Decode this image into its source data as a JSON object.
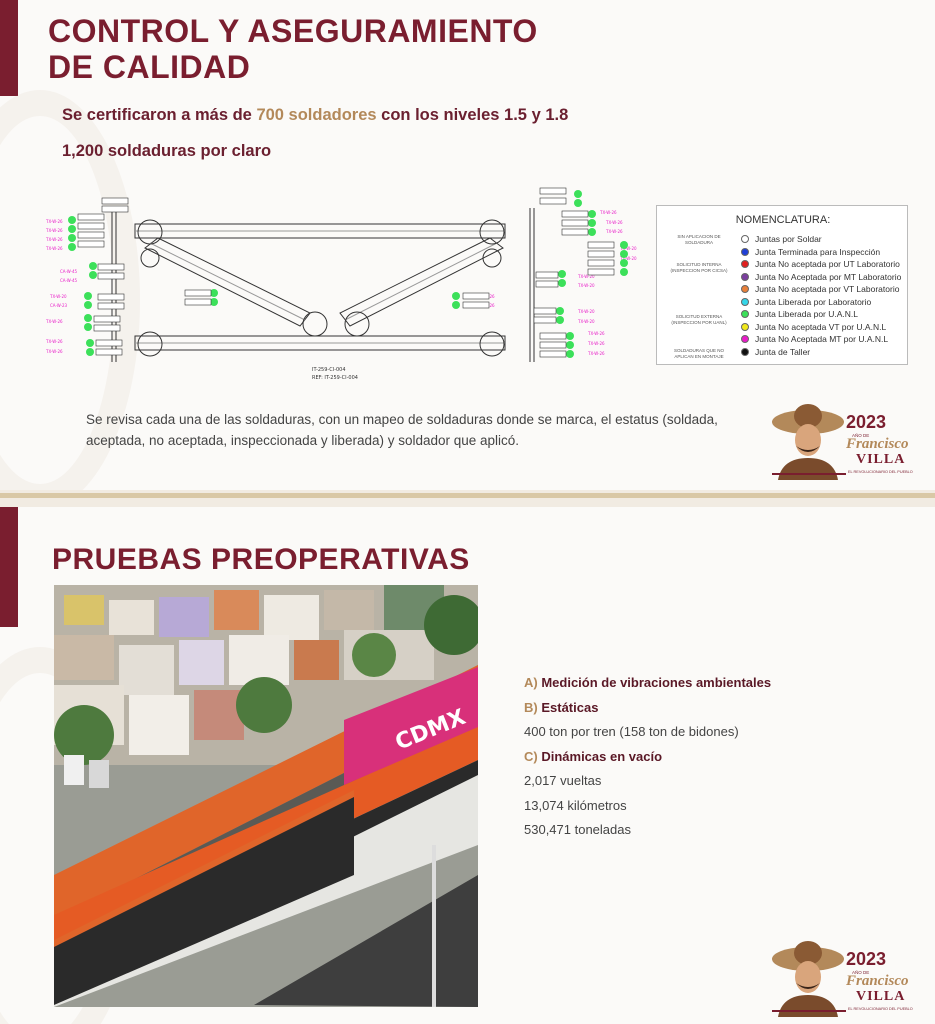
{
  "slide1": {
    "title_line1": "CONTROL Y ASEGURAMIENTO",
    "title_line2": "DE CALIDAD",
    "subtitle1_pre": "Se certificaron a más de ",
    "subtitle1_highlight": "700 soldadores",
    "subtitle1_post": " con los niveles 1.5 y 1.8",
    "subtitle2": "1,200 soldaduras por claro",
    "drawing": {
      "ref_1": "IT-259-CI-004",
      "ref_2": "REF: IT-259-CI-004"
    },
    "legend": {
      "title": "NOMENCLATURA:",
      "groups": [
        "SIN APLICACION DE SOLDADURA",
        "SOLICITUD INTERNA (INSPECCION POR CICSA)",
        "SOLICITUD EXTERNA (INSPECCION POR UANL)",
        "SOLDADURAS QUE NO APLICAN EN MONTAJE"
      ],
      "items": [
        {
          "label": "Juntas por Soldar",
          "color": "#ffffff"
        },
        {
          "label": "Junta Terminada para Inspección",
          "color": "#1f3fd6"
        },
        {
          "label": "Junta No aceptada por UT Laboratorio",
          "color": "#e02020"
        },
        {
          "label": "Junta No Aceptada por MT Laboratorio",
          "color": "#7b3f9e"
        },
        {
          "label": "Junta No aceptada por VT Laboratorio",
          "color": "#e8803a"
        },
        {
          "label": "Junta Liberada por Laboratorio",
          "color": "#35d6e8"
        },
        {
          "label": "Junta Liberada por U.A.N.L",
          "color": "#3ce05a"
        },
        {
          "label": "Junta No aceptada VT por U.A.N.L",
          "color": "#f0e81c"
        },
        {
          "label": "Junta No Aceptada MT por U.A.N.L",
          "color": "#e81cc8"
        },
        {
          "label": "Junta de Taller",
          "color": "#111111"
        }
      ]
    },
    "description": "Se revisa cada una de las soldaduras, con un mapeo de soldaduras donde se marca, el estatus (soldada, aceptada, no aceptada, inspeccionada y liberada) y soldador que aplicó."
  },
  "logo": {
    "year": "2023",
    "tagline": "AÑO DE",
    "name": "Francisco",
    "surname": "VILLA",
    "motto": "EL REVOLUCIONARIO DEL PUEBLO"
  },
  "slide2": {
    "title": "PRUEBAS PREOPERATIVAS",
    "photo_sign": "CDMX",
    "tests": {
      "a_letter": "A)",
      "a_label": "Medición de vibraciones ambientales",
      "b_letter": "B)",
      "b_label": "Estáticas",
      "b_detail": "400 ton por tren (158 ton de bidones)",
      "c_letter": "C)",
      "c_label": "Dinámicas en vacío",
      "c_detail_1": "2,017 vueltas",
      "c_detail_2": "13,074 kilómetros",
      "c_detail_3": "530,471 toneladas"
    }
  },
  "colors": {
    "brand": "#7a1e2f",
    "gold": "#b3895a",
    "text": "#444444"
  }
}
